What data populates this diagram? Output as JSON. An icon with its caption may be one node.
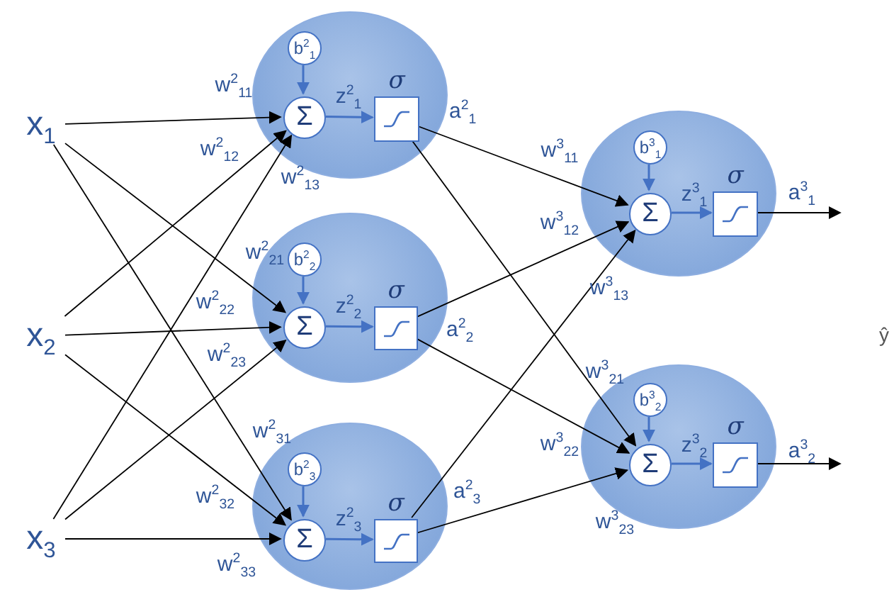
{
  "diagram": {
    "nodes": [
      {
        "text": [
          "x$_{1}$"
        ]
      },
      {
        "text": [
          "x$_{2}$"
        ]
      },
      {
        "text": [
          "x$_{3}$"
        ]
      },
      {
        "text": [],
        "shape": "circle"
      },
      {
        "text": [
          "b$^{2}$$_{1}$"
        ],
        "in": 3
      },
      {
        "text": [
          "Σ"
        ],
        "in": 3
      },
      {
        "text": [
          "σ"
        ],
        "in": 3,
        "beside": [
          "a$^{2}$$_{1}$"
        ]
      },
      {
        "text": [],
        "shape": "circle"
      },
      {
        "text": [
          "b$^{2}$$_{2}$"
        ],
        "in": 7
      },
      {
        "text": [
          "Σ"
        ],
        "in": 7
      },
      {
        "text": [
          "σ"
        ],
        "in": 7,
        "beside": [
          "a$^{2}$$_{2}$"
        ]
      },
      {
        "text": [],
        "shape": "circle"
      },
      {
        "text": [
          "b$^{2}$$_{3}$"
        ],
        "in": 11
      },
      {
        "text": [
          "Σ"
        ],
        "in": 11
      },
      {
        "text": [
          "σ"
        ],
        "in": 11,
        "beside": [
          "a$^{2}$$_{3}$"
        ]
      },
      {
        "text": [],
        "shape": "circle"
      },
      {
        "text": [
          "b$^{3}$$_{1}$"
        ],
        "in": 15
      },
      {
        "text": [
          "Σ"
        ],
        "in": 15
      },
      {
        "text": [
          "σ"
        ],
        "in": 15
      },
      {
        "text": [],
        "shape": "circle"
      },
      {
        "text": [
          "b$^{3}$$_{2}$"
        ],
        "in": 19
      },
      {
        "text": [
          "Σ"
        ],
        "in": 19
      },
      {
        "text": [
          "σ"
        ],
        "in": 19
      }
    ],
    "edges": [
      {
        "from": 0,
        "to": 5,
        "arrow": "to",
        "label": "w$^{2}$$_{11}$"
      },
      {
        "from": 0,
        "to": 9,
        "arrow": "to",
        "label": "w$^{2}$$_{21}$"
      },
      {
        "from": 0,
        "to": 13,
        "arrow": "to",
        "label": "w$^{2}$$_{31}$"
      },
      {
        "from": 1,
        "to": 5,
        "arrow": "to",
        "label": "w$^{2}$$_{12}$"
      },
      {
        "from": 1,
        "to": 9,
        "arrow": "to",
        "label": "w$^{2}$$_{22}$"
      },
      {
        "from": 1,
        "to": 13,
        "arrow": "to",
        "label": "w$^{2}$$_{32}$"
      },
      {
        "from": 2,
        "to": 5,
        "arrow": "to",
        "label": "w$^{2}$$_{13}$"
      },
      {
        "from": 2,
        "to": 9,
        "arrow": "to",
        "label": "w$^{2}$$_{23}$"
      },
      {
        "from": 2,
        "to": 13,
        "arrow": "to",
        "label": "w$^{2}$$_{33}$"
      },
      {
        "from": 4,
        "to": 5,
        "arrow": "to",
        "color": "#4472c4"
      },
      {
        "from": 5,
        "to": 6,
        "arrow": "to",
        "color": "#4472c4",
        "label": "z$^{2}$$_{1}$"
      },
      {
        "from": 8,
        "to": 9,
        "arrow": "to",
        "color": "#4472c4"
      },
      {
        "from": 9,
        "to": 10,
        "arrow": "to",
        "color": "#4472c4",
        "label": "z$^{2}$$_{2}$"
      },
      {
        "from": 12,
        "to": 13,
        "arrow": "to",
        "color": "#4472c4"
      },
      {
        "from": 13,
        "to": 14,
        "arrow": "to",
        "color": "#4472c4",
        "label": "z$^{2}$$_{3}$"
      },
      {
        "from": 16,
        "to": 17,
        "arrow": "to",
        "color": "#4472c4"
      },
      {
        "from": 17,
        "to": 18,
        "arrow": "to",
        "color": "#4472c4",
        "label": "z$^{3}$$_{1}$"
      },
      {
        "from": 20,
        "to": 21,
        "arrow": "to",
        "color": "#4472c4"
      },
      {
        "from": 21,
        "to": 22,
        "arrow": "to",
        "color": "#4472c4",
        "label": "z$^{3}$$_{2}$"
      },
      {
        "from": 6,
        "to": 17,
        "arrow": "to",
        "label": "w$^{3}$$_{11}$"
      },
      {
        "from": 10,
        "to": 17,
        "arrow": "to",
        "label": "w$^{3}$$_{12}$"
      },
      {
        "from": 14,
        "to": 17,
        "arrow": "to",
        "label": "w$^{3}$$_{13}$"
      },
      {
        "from": 6,
        "to": 21,
        "arrow": "to",
        "label": "w$^{3}$$_{21}$"
      },
      {
        "from": 10,
        "to": 21,
        "arrow": "to",
        "label": "w$^{3}$$_{22}$"
      },
      {
        "from": 14,
        "to": 21,
        "arrow": "to",
        "label": "w$^{3}$$_{23}$"
      },
      {
        "from": 18,
        "to": null,
        "arrow": "to",
        "label": "a$^{3}$$_{1}$"
      },
      {
        "from": 22,
        "to": null,
        "arrow": "to",
        "label": "a$^{3}$$_{2}$"
      }
    ],
    "labels": [
      "ŷ"
    ]
  }
}
